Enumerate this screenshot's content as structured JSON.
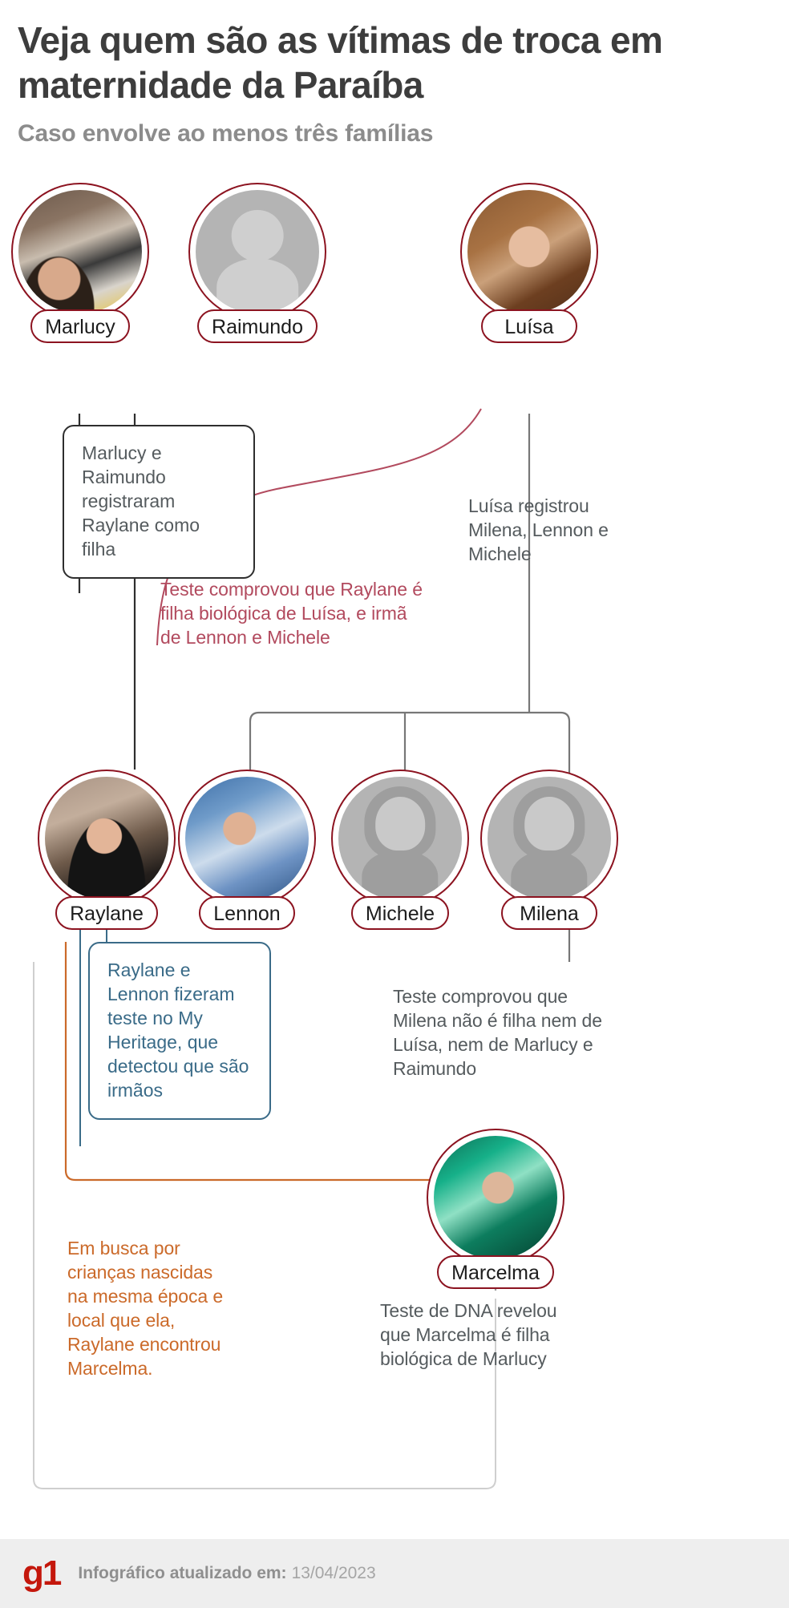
{
  "header": {
    "title": "Veja quem são as vítimas de troca em maternidade da Paraíba",
    "subtitle": "Caso envolve ao menos três famílias"
  },
  "people": [
    {
      "id": "marlucy",
      "name": "Marlucy",
      "photo": "photo"
    },
    {
      "id": "raimundo",
      "name": "Raimundo",
      "photo": "placeholder-male"
    },
    {
      "id": "luisa",
      "name": "Luísa",
      "photo": "photo"
    },
    {
      "id": "raylane",
      "name": "Raylane",
      "photo": "photo"
    },
    {
      "id": "lennon",
      "name": "Lennon",
      "photo": "photo"
    },
    {
      "id": "michele",
      "name": "Michele",
      "photo": "placeholder-female"
    },
    {
      "id": "milena",
      "name": "Milena",
      "photo": "placeholder-female"
    },
    {
      "id": "marcelma",
      "name": "Marcelma",
      "photo": "photo"
    }
  ],
  "notes": {
    "marlucy_raimundo": "Marlucy e Raimundo registraram Raylane como filha",
    "luisa_registrou": "Luísa registrou Milena, Lennon e Michele",
    "teste_raylane": "Teste comprovou que Raylane é filha biológica de Luísa, e irmã de Lennon e Michele",
    "my_heritage": "Raylane e Lennon fizeram teste no My Heritage, que detectou que são irmãos",
    "teste_milena": "Teste comprovou que Milena não é filha nem de Luísa, nem de Marlucy e Raimundo",
    "busca_marcelma": "Em busca por crianças nascidas na mesma época e local que ela, Raylane encontrou Marcelma.",
    "teste_marcelma": "Teste de DNA revelou que Marcelma é filha biológica de Marlucy"
  },
  "footer": {
    "logo": "g1",
    "label": "Infográfico atualizado em:",
    "date": "13/04/2023"
  },
  "colors": {
    "ring": "#8c1320",
    "red_note": "#b24a5e",
    "blue_note": "#3a6b88",
    "orange_note": "#cb6a2a",
    "gray_note": "#555b5e",
    "brand": "#c4170c"
  }
}
